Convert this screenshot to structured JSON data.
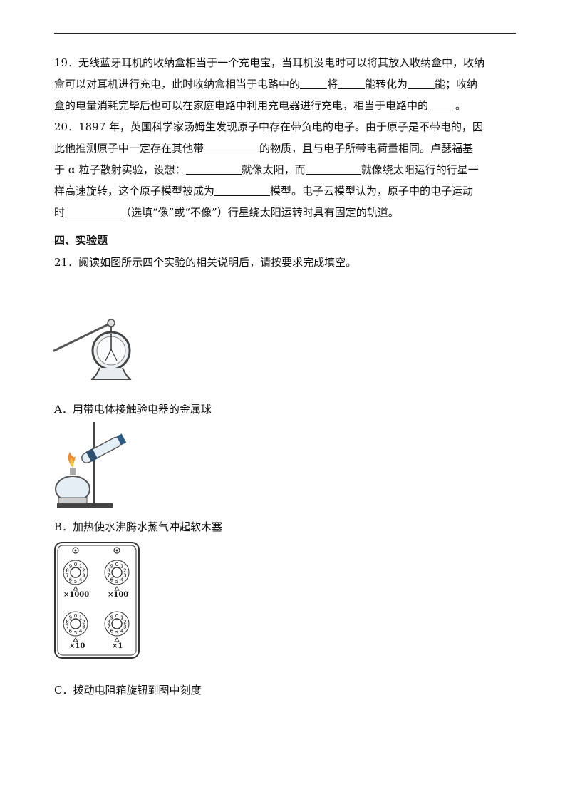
{
  "q19": {
    "p1": "19．无线蓝牙耳机的收纳盒相当于一个充电宝，当耳机没电时可以将其放入收纳盒中，收纳",
    "p2a": "盒可以对耳机进行充电，此时收纳盒相当于电路中的",
    "p2b": "将",
    "p2c": "能转化为",
    "p2d": "能；收纳",
    "p3a": "盒的电量消耗完毕后也可以在家庭电路中利用充电器进行充电，相当于电路中的",
    "p3b": "。"
  },
  "q20": {
    "l1": "20．1897 年，英国科学家汤姆生发现原子中存在带负电的电子。由于原子是不带电的，因",
    "l2a": "此他推测原子中一定存在其他带",
    "l2b": "的物质，且与电子所带电荷量相同。卢瑟福基",
    "l3a": "于 α 粒子散射实验，设想：",
    "l3b": "就像太阳，而",
    "l3c": "就像绕太阳运行的行星一",
    "l4a": "样高速旋转，这个原子模型被成为",
    "l4b": "模型。电子云模型认为，原子中的电子运动",
    "l5a": "时",
    "l5b": "（选填“像”或“不像”）行星绕太阳运转时具有固定的轨道。"
  },
  "section_heading": "四、实验题",
  "q21": "21．阅读如图所示四个实验的相关说明后，请按要求完成填空。",
  "captions": {
    "a": "A．用带电体接触验电器的金属球",
    "b": "B．加热使水沸腾水蒸气冲起软木塞",
    "c": "C．拨动电阻箱旋钮到图中刻度"
  },
  "resistance_box": {
    "dials": [
      {
        "multiplier": "×1000",
        "digits": "0123456789"
      },
      {
        "multiplier": "×100",
        "digits": "0123456789"
      },
      {
        "multiplier": "×10",
        "digits": "0123456789"
      },
      {
        "multiplier": "×1",
        "digits": "0123456789"
      }
    ]
  }
}
